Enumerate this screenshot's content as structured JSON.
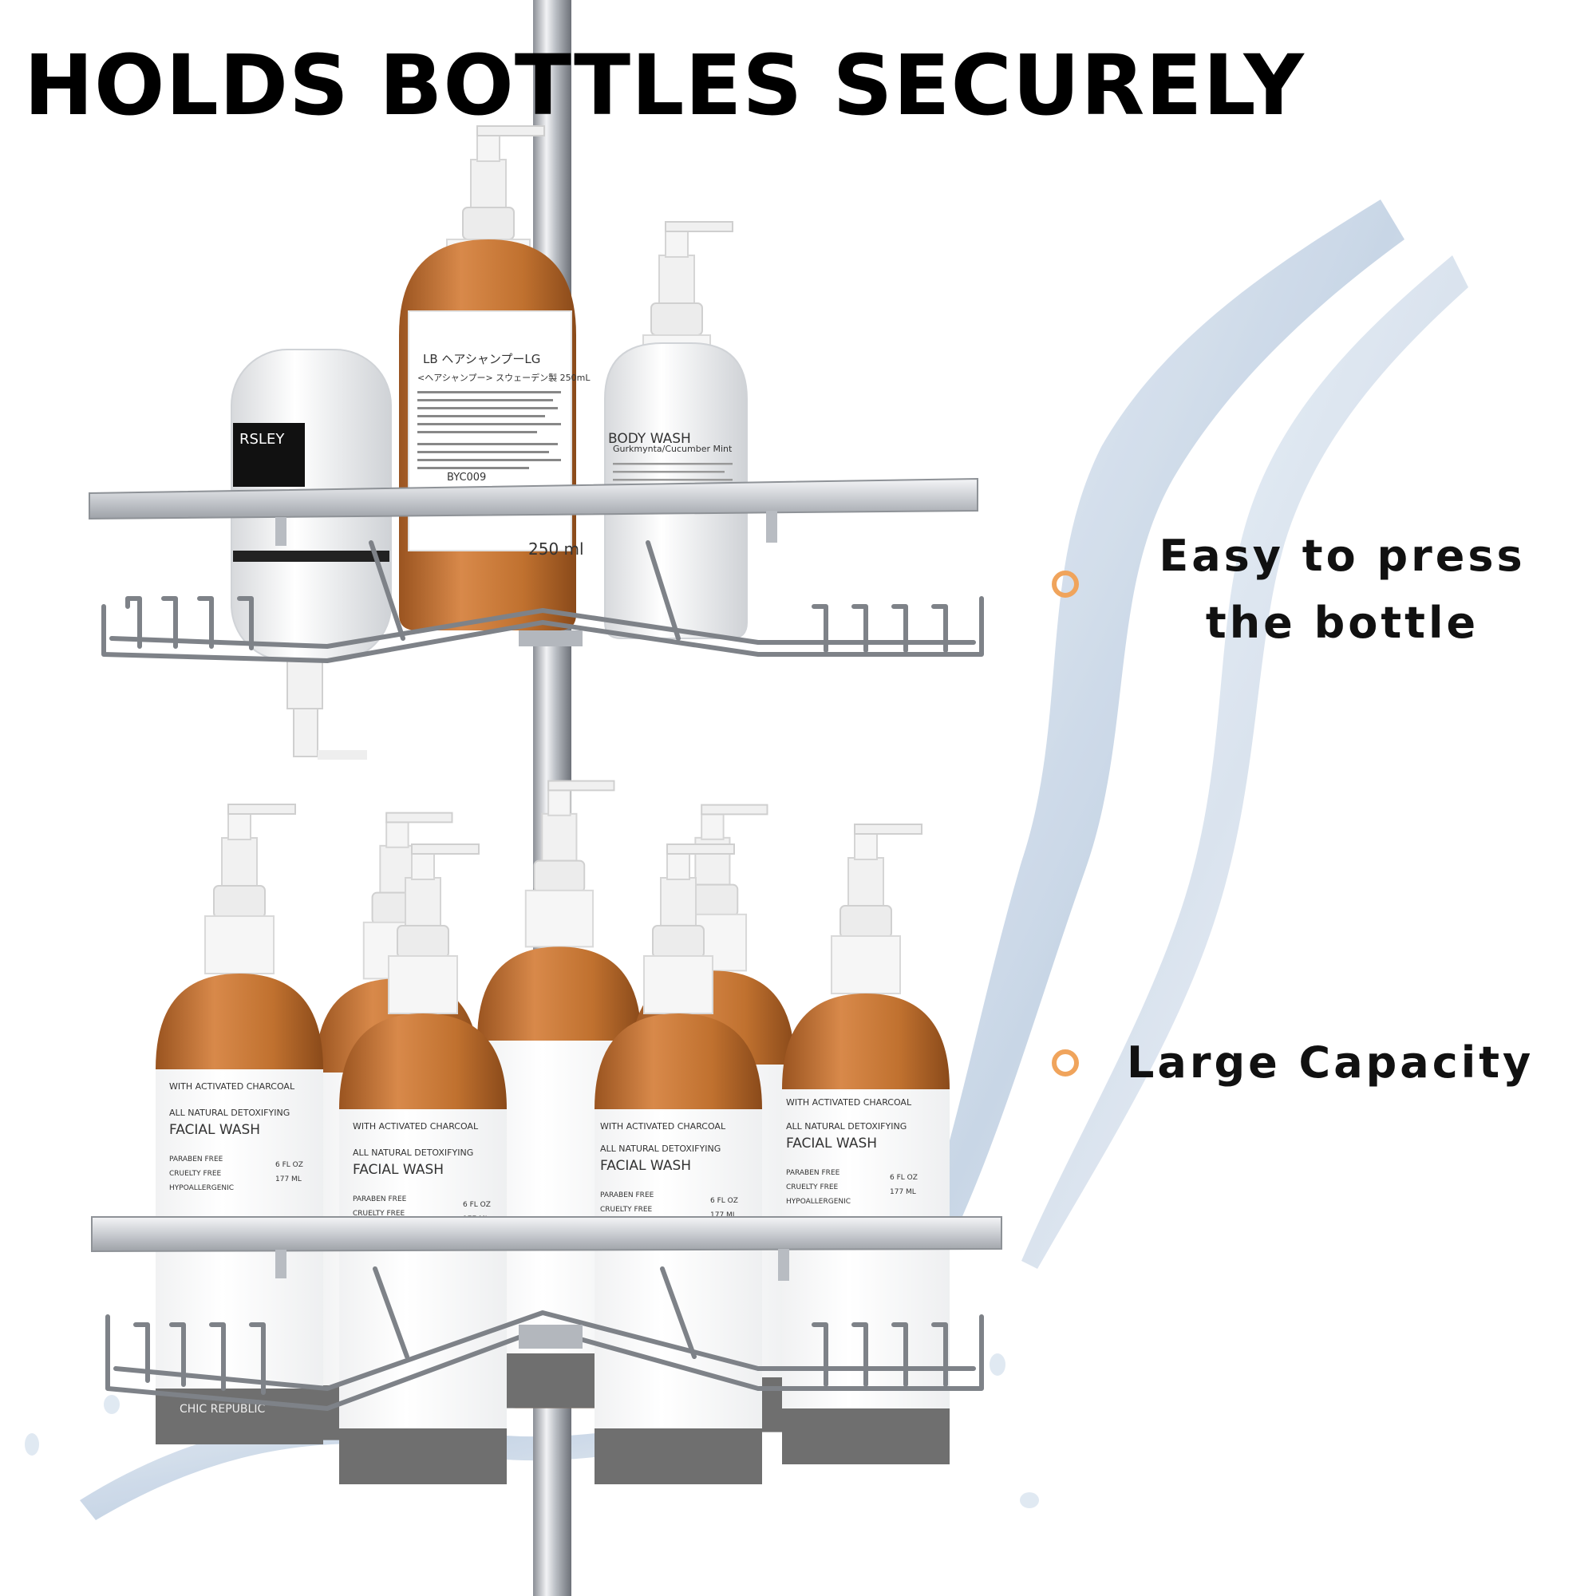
{
  "headline": "HOLDS BOTTLES SECURELY",
  "features": [
    {
      "line1": "Easy to press",
      "line2": "the bottle"
    },
    {
      "text": "Large Capacity"
    }
  ],
  "top_shelf": {
    "big_bottle": {
      "title": "LB ヘアシャンプーLG",
      "subtitle": "<ヘアシャンプー> スウェーデン製 250mL",
      "code": "BYC009",
      "volume": "250 ml"
    },
    "white_bottle": {
      "title": "BODY WASH",
      "subtitle": "Gurkmynta/Cucumber Mint"
    },
    "tipped_bottle": {
      "label": "RSLEY"
    }
  },
  "facial_wash": {
    "line1": "WITH ACTIVATED CHARCOAL",
    "line2": "ALL NATURAL DETOXIFYING",
    "name": "FACIAL WASH",
    "attr1": "PARABEN FREE",
    "attr2": "CRUELTY FREE",
    "attr3": "HYPOALLERGENIC",
    "size1": "6 FL OZ",
    "size2": "177 ML",
    "brand": "CHIC REPUBLIC"
  },
  "colors": {
    "accent": "#f0a45c",
    "amber": "#c0712f",
    "chrome": "#c9ccd1"
  }
}
